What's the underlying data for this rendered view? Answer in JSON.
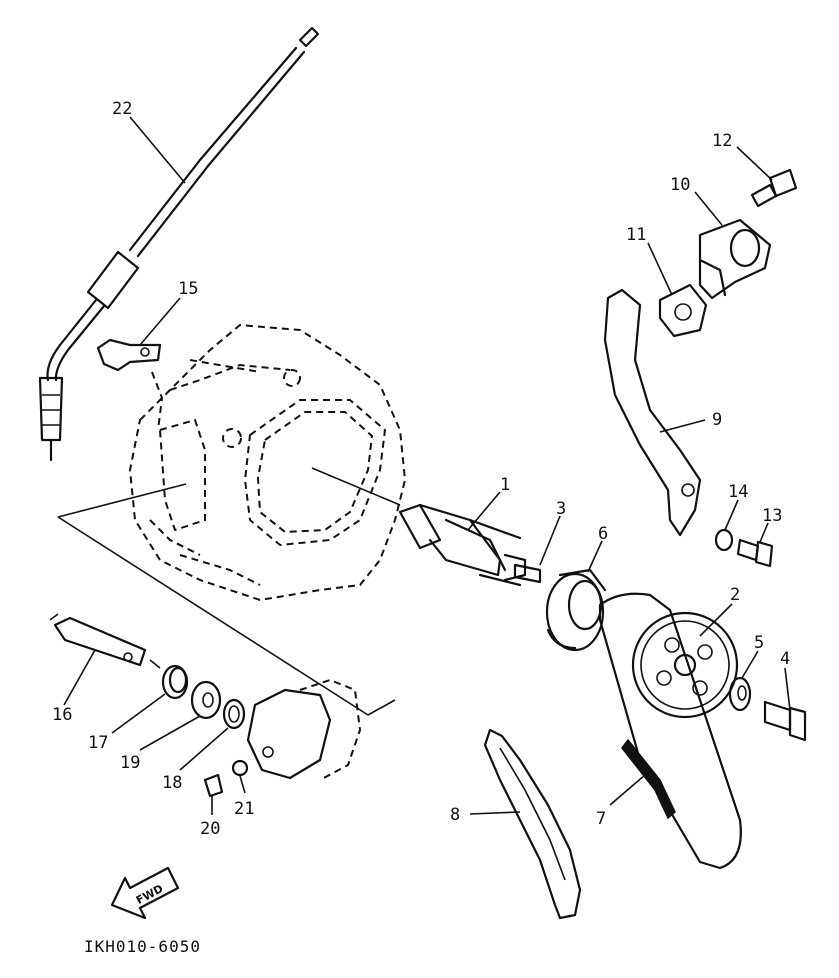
{
  "callouts": [
    {
      "id": "c1",
      "label": "1"
    },
    {
      "id": "c2",
      "label": "2"
    },
    {
      "id": "c3",
      "label": "3"
    },
    {
      "id": "c4",
      "label": "4"
    },
    {
      "id": "c5",
      "label": "5"
    },
    {
      "id": "c6",
      "label": "6"
    },
    {
      "id": "c7",
      "label": "7"
    },
    {
      "id": "c8",
      "label": "8"
    },
    {
      "id": "c9",
      "label": "9"
    },
    {
      "id": "c10",
      "label": "10"
    },
    {
      "id": "c11",
      "label": "11"
    },
    {
      "id": "c12",
      "label": "12"
    },
    {
      "id": "c13",
      "label": "13"
    },
    {
      "id": "c14",
      "label": "14"
    },
    {
      "id": "c15",
      "label": "15"
    },
    {
      "id": "c16",
      "label": "16"
    },
    {
      "id": "c17",
      "label": "17"
    },
    {
      "id": "c18",
      "label": "18"
    },
    {
      "id": "c19",
      "label": "19"
    },
    {
      "id": "c20",
      "label": "20"
    },
    {
      "id": "c21",
      "label": "21"
    },
    {
      "id": "c22",
      "label": "22"
    }
  ],
  "fwd_arrow_label": "FWD",
  "diagram_code": "IKH010-6050"
}
